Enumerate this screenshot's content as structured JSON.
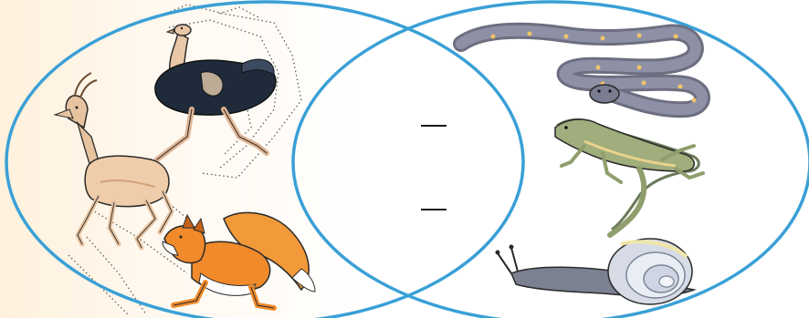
{
  "diagram": {
    "type": "venn",
    "sets": [
      {
        "side": "left",
        "members": [
          "ostrich",
          "gazelle",
          "fox"
        ]
      },
      {
        "side": "right",
        "members": [
          "snake",
          "lizard",
          "snail"
        ]
      }
    ],
    "overlap_blanks": 2,
    "colors": {
      "circle": "#3aa0d6",
      "background_warm": "#fff1dc",
      "dotted_trace": "#2a2a2a",
      "blank_line": "#1a1a1a"
    }
  }
}
